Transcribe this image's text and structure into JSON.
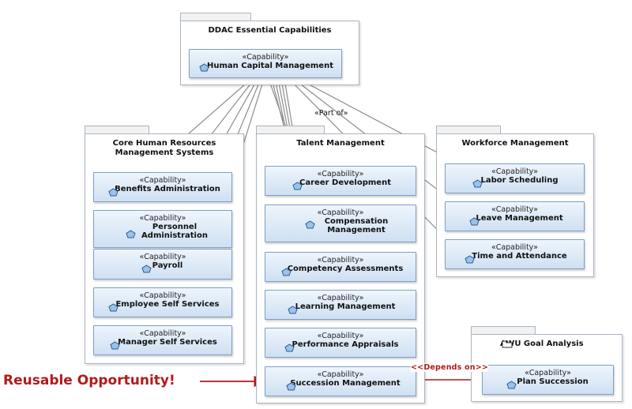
{
  "packages": {
    "ddac": {
      "title": "DDAC Essential Capabilities"
    },
    "core_hr": {
      "title": "Core Human Resources Management Systems"
    },
    "talent": {
      "title": "Talent Management"
    },
    "workforce": {
      "title": "Workforce Management"
    },
    "awu": {
      "title": "AWU Goal Analysis"
    }
  },
  "stereotype": "«Capability»",
  "root_capability": "Human Capital Management",
  "core_hr_capabilities": [
    "Benefits Administration",
    "Personnel Administration",
    "Payroll",
    "Employee Self Services",
    "Manager Self Services"
  ],
  "talent_capabilities": [
    "Career Development",
    "Compensation Management",
    "Competency Assessments",
    "Learning Management",
    "Performance Appraisals",
    "Succession Management"
  ],
  "workforce_capabilities": [
    "Labor Scheduling",
    "Leave Management",
    "Time and Attendance"
  ],
  "awu_capability": "Plan Succession",
  "edge_labels": {
    "part_of": "«Part of»",
    "depends_on": "<<Depends on>>"
  },
  "callout": "Reusable Opportunity!",
  "icons": {
    "capability": "capability-pentagon-icon",
    "folder": "folder-icon"
  },
  "colors": {
    "accent": "#b11a1a",
    "connector": "#8c8c8c"
  }
}
